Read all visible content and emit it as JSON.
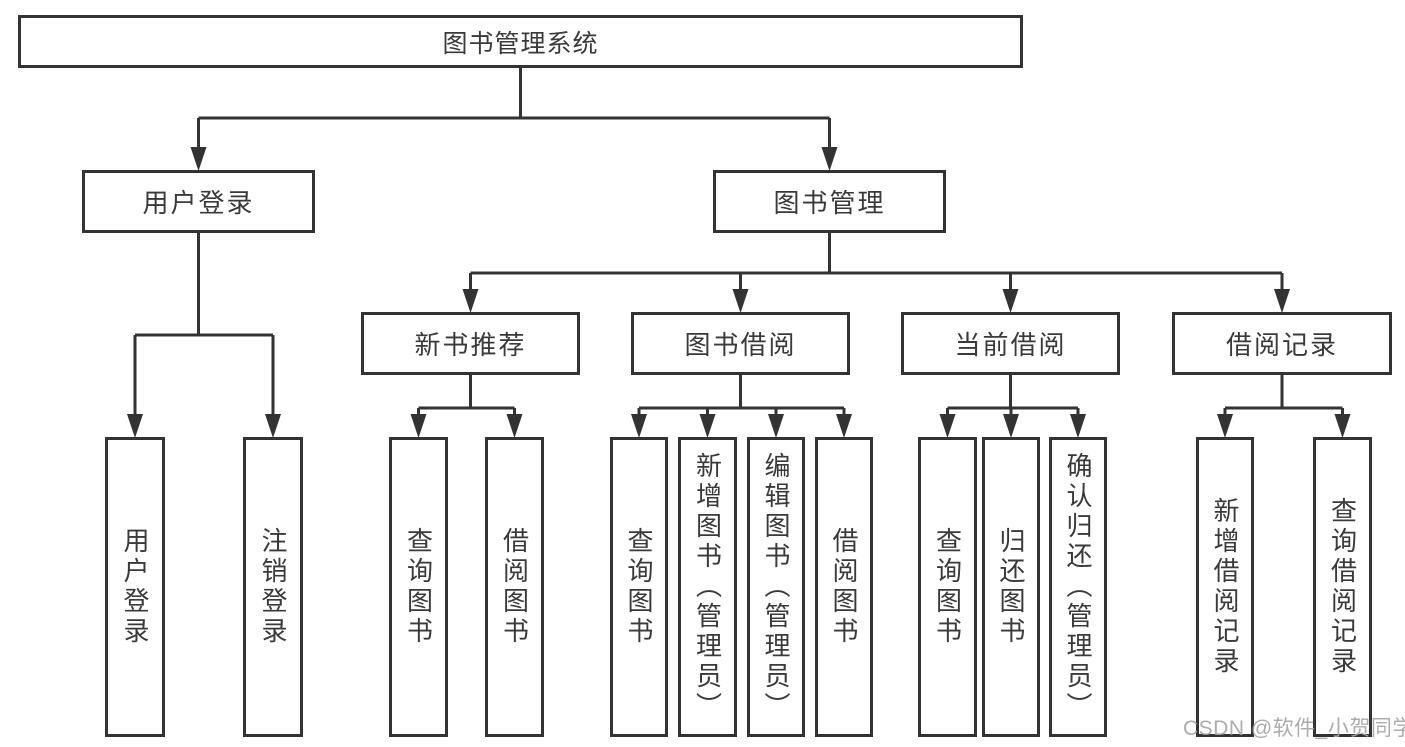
{
  "diagram_title": "图书管理系统",
  "colors": {
    "line": "#333333",
    "text": "#3a3a3a",
    "watermark": "#a6a6a6",
    "background": "#ffffff"
  },
  "watermark": {
    "text": "CSDN @软件_小贺同学"
  },
  "tree": {
    "id": "root",
    "label": "图书管理系统",
    "children": [
      {
        "id": "user-login",
        "label": "用户登录",
        "children": [
          {
            "id": "user-login-leaf",
            "label": "用户登录"
          },
          {
            "id": "logout-leaf",
            "label": "注销登录"
          }
        ]
      },
      {
        "id": "book-mgmt",
        "label": "图书管理",
        "children": [
          {
            "id": "new-book-rec",
            "label": "新书推荐",
            "children": [
              {
                "id": "nbr-query",
                "label": "查询图书"
              },
              {
                "id": "nbr-borrow",
                "label": "借阅图书"
              }
            ]
          },
          {
            "id": "book-borrow",
            "label": "图书借阅",
            "children": [
              {
                "id": "bb-query",
                "label": "查询图书"
              },
              {
                "id": "bb-add",
                "label": "新增图书（管理员）"
              },
              {
                "id": "bb-edit",
                "label": "编辑图书（管理员）"
              },
              {
                "id": "bb-borrow",
                "label": "借阅图书"
              }
            ]
          },
          {
            "id": "current-borrow",
            "label": "当前借阅",
            "children": [
              {
                "id": "cb-query",
                "label": "查询图书"
              },
              {
                "id": "cb-return",
                "label": "归还图书"
              },
              {
                "id": "cb-confirm",
                "label": "确认归还（管理员）"
              }
            ]
          },
          {
            "id": "borrow-record",
            "label": "借阅记录",
            "children": [
              {
                "id": "br-add",
                "label": "新增借阅记录"
              },
              {
                "id": "br-query",
                "label": "查询借阅记录"
              }
            ]
          }
        ]
      }
    ]
  }
}
